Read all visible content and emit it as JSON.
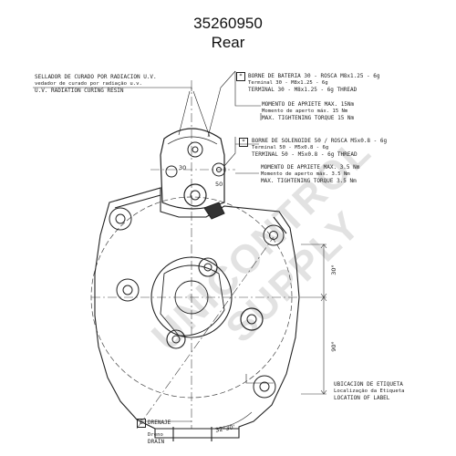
{
  "header": {
    "part_number": "35260950",
    "view": "Rear"
  },
  "watermark": "UNICONTROL SUPPLY",
  "notes": {
    "sealant": [
      "SELLADOR DE CURADO POR RADIACION U.V.",
      "vedador de curado por radiação u.v.",
      "U.V. RADIATION CURING RESIN"
    ],
    "battery_terminal": [
      "BORNE DE BATERIA 30 - ROSCA M8x1.25 - 6g",
      "Terminal 30 - M8x1.25 - 6g",
      "TERMINAL 30 - M8x1.25 - 6g THREAD"
    ],
    "battery_torque": [
      "MOMENTO DE APRIETE MAX. 15Nm",
      "Momento de aperto máx. 15 Nm",
      "MAX. TIGHTENING TORQUE 15 Nm"
    ],
    "solenoid_terminal": [
      "BORNE DE SOLENOIDE 50 / ROSCA M5x0.8 - 6g",
      "Terminal 50 - M5x0.8 - 6g",
      "TERMINAL 50 - M5x0.8 - 6g THREAD"
    ],
    "solenoid_torque": [
      "MOMENTO DE APRIETE MAX. 3.5 Nm",
      "Momento de aperto máx. 3.5 Nm",
      "MAX. TIGHTENING TORQUE 3.5 Nm"
    ],
    "label_location": [
      "UBICACION DE ETIQUETA",
      "Localização da Etiqueta",
      "LOCATION OF LABEL"
    ],
    "drain": [
      "DRENAJE",
      "Dreno",
      "DRAIN"
    ]
  },
  "markers": {
    "battery_marker": "*",
    "solenoid_marker": "*",
    "drain_marker": "E",
    "terminal_30": "30",
    "terminal_50": "50"
  },
  "dimensions": {
    "angle_upper": "30°",
    "angle_right": "90°",
    "angle_bottom": "32°30'"
  }
}
